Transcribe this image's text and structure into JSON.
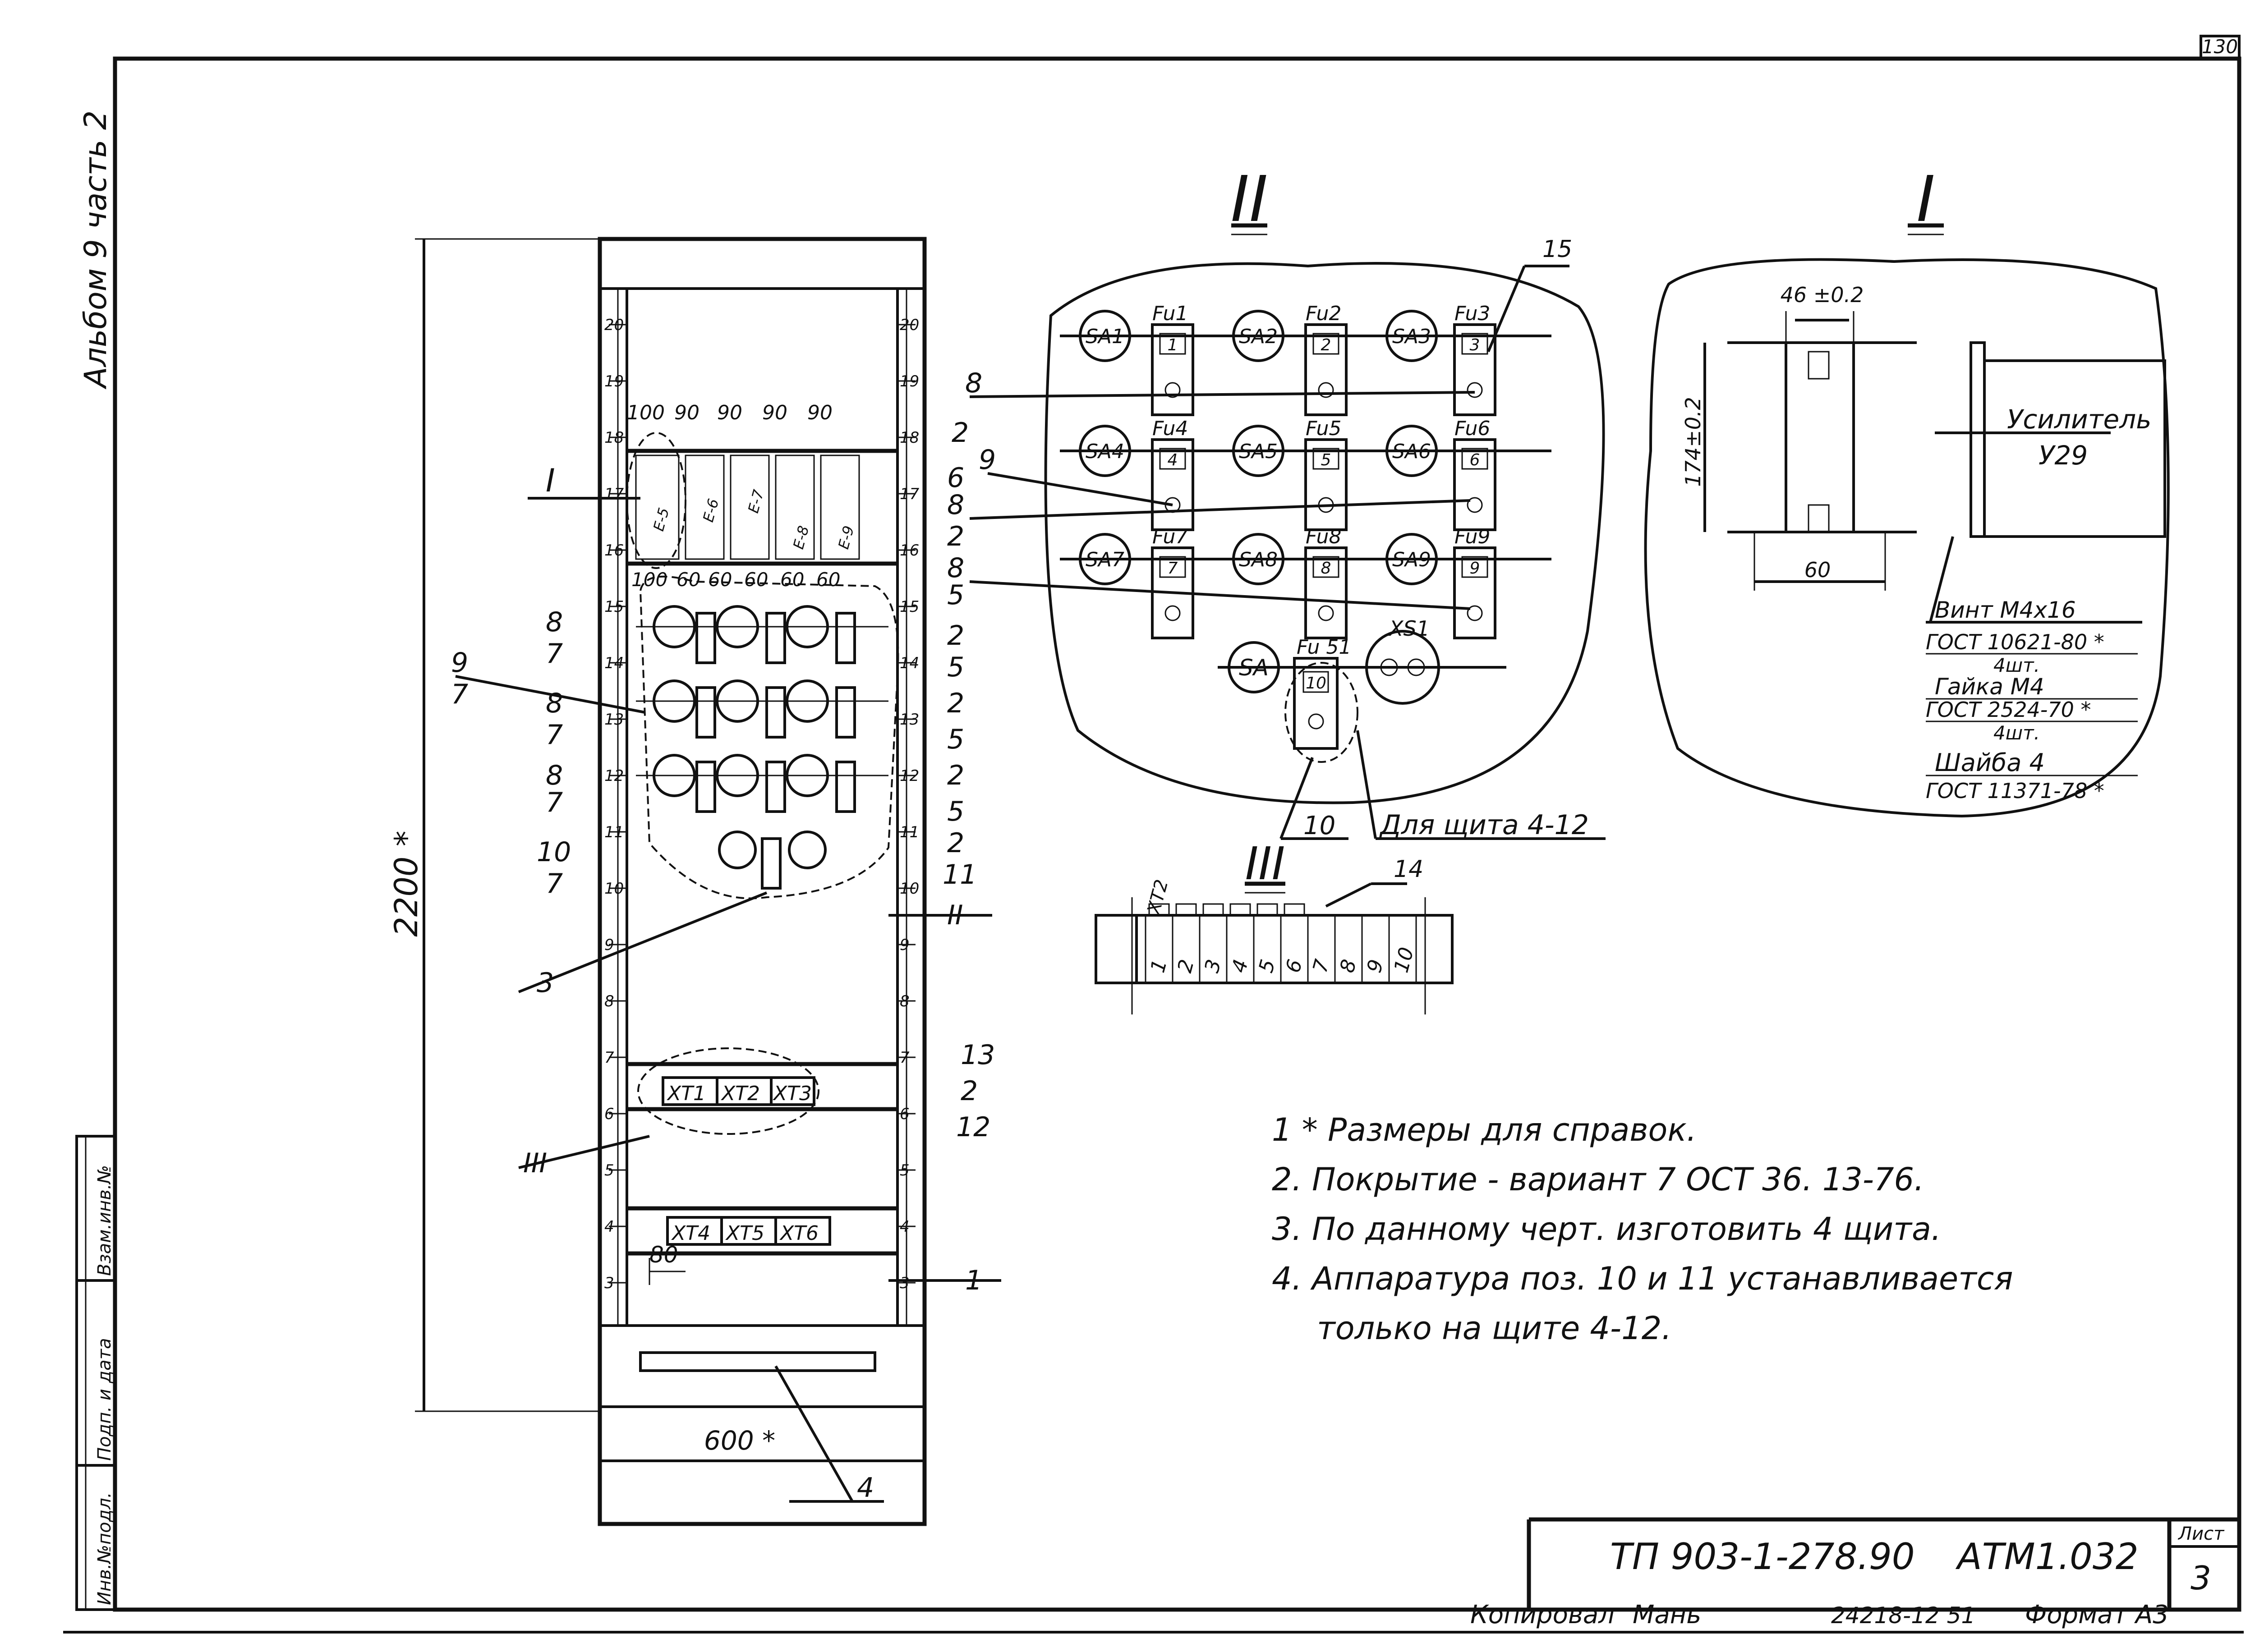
{
  "sheet_corner_number": "130",
  "side_title": "Альбом 9 часть 2",
  "side_stamp": [
    "Инв.№подл.",
    "Подп. и дата",
    "Взам.инв.№"
  ],
  "views": {
    "II": {
      "title": "II",
      "rows": [
        {
          "switches": [
            "SA1",
            "SA2",
            "SA3"
          ],
          "fuses": [
            "Fu1",
            "Fu2",
            "Fu3"
          ],
          "nums": [
            "1",
            "2",
            "3"
          ]
        },
        {
          "switches": [
            "SA4",
            "SA5",
            "SA6"
          ],
          "fuses": [
            "Fu4",
            "Fu5",
            "Fu6"
          ],
          "nums": [
            "4",
            "5",
            "6"
          ]
        },
        {
          "switches": [
            "SA7",
            "SA8",
            "SA9"
          ],
          "fuses": [
            "Fu7",
            "Fu8",
            "Fu9"
          ],
          "nums": [
            "7",
            "8",
            "9"
          ]
        }
      ],
      "extra_switch": "SA",
      "extra_fuse": "Fu 51",
      "extra_fuse_num": "10",
      "socket": "XS1",
      "leader_15": "15",
      "leader_10": "10",
      "note_shield": "Для щита 4-12"
    },
    "I": {
      "title": "I",
      "dim_width": "46 ±0.2",
      "dim_height": "174±0.2",
      "dim_bottom": "60",
      "amplifier_line1": "Усилитель",
      "amplifier_line2": "У29",
      "specs": [
        "Винт  М4х16",
        "ГОСТ 10621-80 *",
        "4шт.",
        "Гайка  М4",
        "ГОСТ 2524-70 *",
        "4шт.",
        "Шайба 4",
        "ГОСТ 11371-78 *"
      ]
    },
    "III": {
      "title": "III",
      "block_label": "XT2",
      "terminals": [
        "1",
        "2",
        "3",
        "4",
        "5",
        "6",
        "7",
        "8",
        "9",
        "10"
      ],
      "leader_14": "14"
    }
  },
  "cabinet": {
    "height_dim": "2200 *",
    "width_dim": "600 *",
    "scale_left": [
      "20",
      "19",
      "18",
      "17",
      "16",
      "15",
      "14",
      "13",
      "12",
      "11",
      "10",
      "9",
      "8",
      "7",
      "6",
      "5",
      "4",
      "3"
    ],
    "scale_right": [
      "20",
      "19",
      "18",
      "17",
      "16",
      "15",
      "14",
      "13",
      "12",
      "11",
      "10",
      "9",
      "8",
      "7",
      "6",
      "5",
      "4",
      "3"
    ],
    "top_widths": [
      "100",
      "90",
      "90",
      "90",
      "90"
    ],
    "mid_widths": [
      "100",
      "60",
      "60",
      "60",
      "60",
      "60"
    ],
    "modules": [
      "Е-5",
      "Е-6",
      "Е-7",
      "Е-8",
      "Е-9"
    ],
    "terminal_blocks_top": [
      "XT1",
      "XT2",
      "XT3"
    ],
    "terminal_blocks_bottom": [
      "XT4",
      "XT5",
      "XT6"
    ],
    "dim_80": "80",
    "view_I": "I",
    "view_II": "II",
    "view_III": "III",
    "left_labels": [
      "8",
      "7",
      "9",
      "7",
      "8",
      "7",
      "8",
      "7",
      "10",
      "7",
      "3"
    ],
    "right_labels": [
      "8",
      "2",
      "6",
      "9",
      "8",
      "2",
      "8",
      "5",
      "2",
      "5",
      "2",
      "5",
      "2",
      "5",
      "2",
      "11",
      "13",
      "2",
      "12",
      "1",
      "4"
    ]
  },
  "notes": [
    "1  * Размеры для справок.",
    "2.  Покрытие - вариант 7 ОСТ 36. 13-76.",
    "3.  По данному  черт.  изготовить 4 щита.",
    "4.  Аппаратура  поз. 10 и 11 устанавливается",
    "только  на  щите 4-12."
  ],
  "title_block": {
    "doc_code": "ТП 903-1-278.90",
    "doc_mark": "АТМ1.032",
    "sheet_label": "Лист",
    "sheet_num": "3"
  },
  "footer": {
    "copied": "Копировал",
    "signature": "Мань",
    "order": "24218-12  51",
    "format": "Формат А3"
  }
}
